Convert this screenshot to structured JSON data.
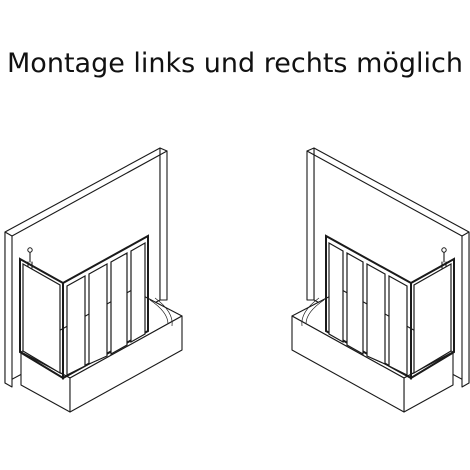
{
  "caption": "Montage links und rechts möglich",
  "illustrations": [
    {
      "side": "left",
      "mount": "links"
    },
    {
      "side": "right",
      "mount": "rechts"
    }
  ],
  "colors": {
    "line": "#1a1a1a",
    "background": "#ffffff"
  }
}
